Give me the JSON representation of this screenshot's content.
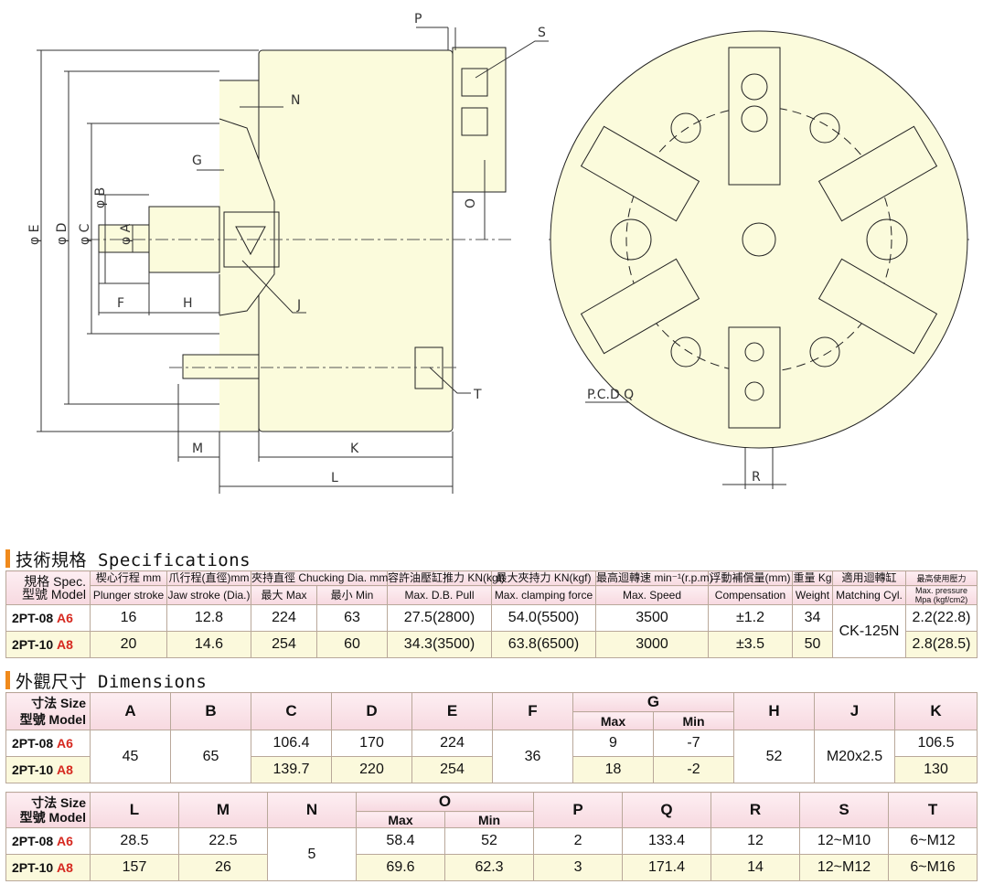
{
  "drawing_labels": {
    "phi_E": "φ E",
    "phi_D": "φ D",
    "phi_C": "φ C",
    "phi_B": "φ B",
    "phi_A": "φ A",
    "F": "F",
    "H": "H",
    "G": "G",
    "N": "N",
    "P": "P",
    "S": "S",
    "O": "O",
    "J": "J",
    "T": "T",
    "M": "M",
    "K": "K",
    "L": "L",
    "R": "R",
    "PCD": "P.C.D  Q"
  },
  "spec": {
    "title": "技術規格 Specifications",
    "corner_top": "規格 Spec.",
    "corner_bottom": "型號 Model",
    "h_plunger": "楔心行程 mm",
    "h_plunger_en": "Plunger stroke",
    "h_jaw": "爪行程(直徑)mm",
    "h_jaw_en": "Jaw stroke (Dia.)",
    "h_chuck": "夾持直徑 Chucking Dia. mm",
    "h_max": "最大 Max",
    "h_min": "最小 Min",
    "h_pull": "容許油壓缸推力 KN(kgf)",
    "h_pull_en": "Max. D.B. Pull",
    "h_clamp": "最大夾持力 KN(kgf)",
    "h_clamp_en": "Max. clamping force",
    "h_speed": "最高迴轉速 min⁻¹(r.p.m)",
    "h_speed_en": "Max. Speed",
    "h_comp": "浮動補償量(mm)",
    "h_comp_en": "Compensation",
    "h_weight": "重量 Kg",
    "h_weight_en": "Weight",
    "h_cyl": "適用迴轉缸",
    "h_cyl_en": "Matching Cyl.",
    "h_press": "最高使用壓力",
    "h_press_en1": "Max. pressure",
    "h_press_en2": "Mpa (kgf/cm2)",
    "rows": [
      {
        "model": "2PT-08 ",
        "suffix": "A6",
        "plunger": "16",
        "jaw": "12.8",
        "max": "224",
        "min": "63",
        "pull": "27.5(2800)",
        "clamp": "54.0(5500)",
        "speed": "3500",
        "comp": "±1.2",
        "weight": "34",
        "press": "2.2(22.8)"
      },
      {
        "model": "2PT-10 ",
        "suffix": "A8",
        "plunger": "20",
        "jaw": "14.6",
        "max": "254",
        "min": "60",
        "pull": "34.3(3500)",
        "clamp": "63.8(6500)",
        "speed": "3000",
        "comp": "±3.5",
        "weight": "50",
        "press": "2.8(28.5)"
      }
    ],
    "cyl": "CK-125N"
  },
  "dim": {
    "title": "外觀尺寸 Dimensions",
    "corner_top": "寸法 Size",
    "corner_bottom": "型號 Model",
    "t1_headers": [
      "A",
      "B",
      "C",
      "D",
      "E",
      "F",
      "G",
      "H",
      "J",
      "K"
    ],
    "g_max": "Max",
    "g_min": "Min",
    "t1": {
      "A": "45",
      "B": "65",
      "F": "36",
      "H": "52",
      "J": "M20x2.5",
      "rows": [
        {
          "model": "2PT-08 ",
          "suffix": "A6",
          "C": "106.4",
          "D": "170",
          "E": "224",
          "Gmax": "9",
          "Gmin": "-7",
          "K": "106.5"
        },
        {
          "model": "2PT-10 ",
          "suffix": "A8",
          "C": "139.7",
          "D": "220",
          "E": "254",
          "Gmax": "18",
          "Gmin": "-2",
          "K": "130"
        }
      ]
    },
    "t2_headers": [
      "L",
      "M",
      "N",
      "O",
      "P",
      "Q",
      "R",
      "S",
      "T"
    ],
    "o_max": "Max",
    "o_min": "Min",
    "t2": {
      "N": "5",
      "rows": [
        {
          "model": "2PT-08 ",
          "suffix": "A6",
          "L": "28.5",
          "M": "22.5",
          "Omax": "58.4",
          "Omin": "52",
          "P": "2",
          "Q": "133.4",
          "R": "12",
          "S": "12~M10",
          "T": "6~M12"
        },
        {
          "model": "2PT-10 ",
          "suffix": "A8",
          "L": "157",
          "M": "26",
          "Omax": "69.6",
          "Omin": "62.3",
          "P": "3",
          "Q": "171.4",
          "R": "14",
          "S": "12~M12",
          "T": "6~M16"
        }
      ]
    }
  },
  "colors": {
    "body": "#fbfbdc",
    "accent": "#f08a1c",
    "model_suffix": "#d6281f",
    "header": "#f7d9e0"
  }
}
